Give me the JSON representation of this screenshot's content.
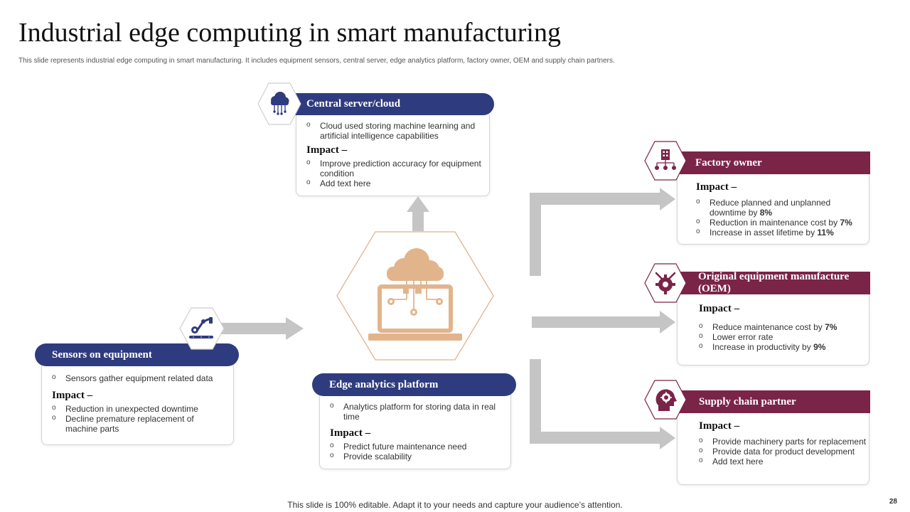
{
  "title": "Industrial edge computing in smart manufacturing",
  "subtitle": "This slide represents industrial edge computing in smart manufacturing. It includes equipment  sensors, central server, edge analytics platform, factory owner, OEM and supply chain partners.",
  "footer": "This slide is 100% editable. Adapt it to your needs and capture your audience’s attention.",
  "page_number": "28",
  "colors": {
    "blue": "#2e3b7e",
    "maroon": "#7a2448",
    "hub": "#e2b48c",
    "arrow": "#c5c5c5"
  },
  "impact_label": "Impact –",
  "central": {
    "title": "Central server/cloud",
    "icon": "cloud-network-icon",
    "points": [
      "Cloud used storing machine learning and artificial intelligence capabilities"
    ],
    "impacts": [
      "Improve prediction accuracy for equipment condition",
      "Add text here"
    ]
  },
  "sensors": {
    "title": "Sensors on equipment",
    "icon": "robot-arm-icon",
    "points": [
      "Sensors gather equipment related data"
    ],
    "impacts": [
      "Reduction in unexpected downtime",
      "Decline premature replacement of machine parts"
    ]
  },
  "edge": {
    "title": "Edge analytics platform",
    "icon": "cloud-laptop-icon",
    "points": [
      "Analytics platform for storing data in real time"
    ],
    "impacts": [
      "Predict future maintenance need",
      "Provide scalability"
    ]
  },
  "factory": {
    "title": "Factory owner",
    "icon": "factory-network-icon",
    "impacts": [
      {
        "text": "Reduce planned and unplanned downtime by ",
        "value": "8%"
      },
      {
        "text": "Reduction in maintenance cost by ",
        "value": "7%"
      },
      {
        "text": "Increase in asset lifetime by ",
        "value": "11%"
      }
    ]
  },
  "oem": {
    "title": "Original equipment manufacture (OEM)",
    "icon": "gear-tools-icon",
    "impacts": [
      {
        "text": "Reduce maintenance cost by ",
        "value": "7%"
      },
      {
        "text": "Lower error rate",
        "value": ""
      },
      {
        "text": "Increase in productivity  by ",
        "value": "9%"
      }
    ]
  },
  "supply": {
    "title": "Supply chain partner",
    "icon": "head-gear-icon",
    "impacts": [
      "Provide machinery parts for replacement",
      "Provide data for product development",
      "Add text here"
    ]
  }
}
